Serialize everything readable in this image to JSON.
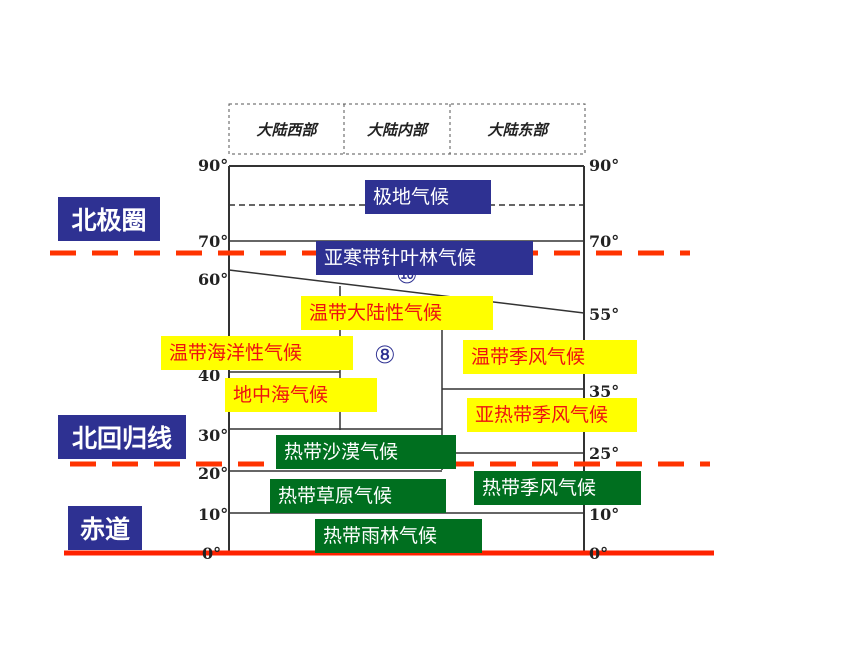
{
  "headers": [
    "大陆西部",
    "大陆内部",
    "大陆东部"
  ],
  "ticks_left": [
    "90°",
    "70°",
    "60°",
    "40",
    "30°",
    "20°",
    "10°",
    "0°"
  ],
  "ticks_right": [
    "90°",
    "70°",
    "55°",
    "35°",
    "25°",
    "10°",
    "0°"
  ],
  "side_labels": {
    "arctic_circle": "北极圈",
    "tropic": "北回归线",
    "equator": "赤道"
  },
  "climates": {
    "polar": "极地气候",
    "subarctic": "亚寒带针叶林气候",
    "temperate_continental": "温带大陆性气候",
    "temperate_oceanic": "温带海洋性气候",
    "temperate_monsoon": "温带季风气候",
    "mediterranean": "地中海气候",
    "subtropical_monsoon": "亚热带季风气候",
    "tropical_desert": "热带沙漠气候",
    "tropical_savanna": "热带草原气候",
    "tropical_monsoon": "热带季风气候",
    "tropical_rainforest": "热带雨林气候"
  },
  "circle_numbers": {
    "ten": "⑩",
    "eight": "⑧"
  },
  "colors": {
    "label_blue": "#2e3192",
    "label_yellow": "#ffff00",
    "label_red_text": "#ee1111",
    "label_green": "#006f1f",
    "dashed_red": "#ff3300",
    "equator_red": "#ff2200"
  }
}
